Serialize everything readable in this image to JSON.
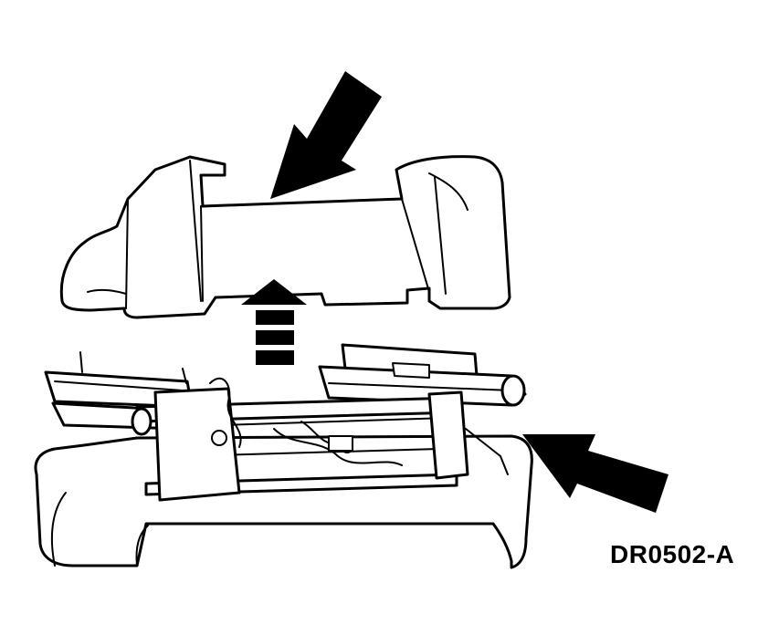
{
  "figure": {
    "label": "DR0502-A",
    "parts": [
      "seat-cushion-pan",
      "seat-track-frame",
      "seat-base"
    ],
    "arrows": [
      "callout-arrow-top",
      "callout-arrow-right",
      "lift-direction-arrow"
    ]
  }
}
